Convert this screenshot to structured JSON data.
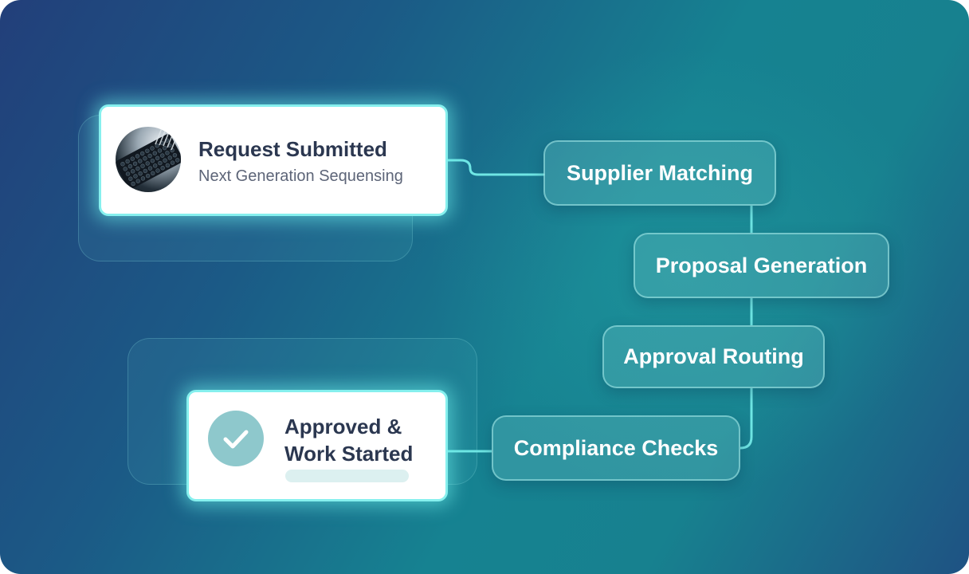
{
  "request_card": {
    "title": "Request Submitted",
    "subtitle": "Next Generation Sequensing",
    "image": "sequencing-plate-image"
  },
  "workflow_steps": [
    {
      "label": "Supplier Matching"
    },
    {
      "label": "Proposal Generation"
    },
    {
      "label": "Approval Routing"
    },
    {
      "label": "Compliance Checks"
    }
  ],
  "approved_card": {
    "title_line_1": "Approved &",
    "title_line_2": "Work Started",
    "icon": "checkmark-icon"
  },
  "colors": {
    "connector": "#6fe6e4",
    "card_border": "#86f0ee",
    "title_text": "#2b3750",
    "check_circle": "#8ec8cc"
  }
}
